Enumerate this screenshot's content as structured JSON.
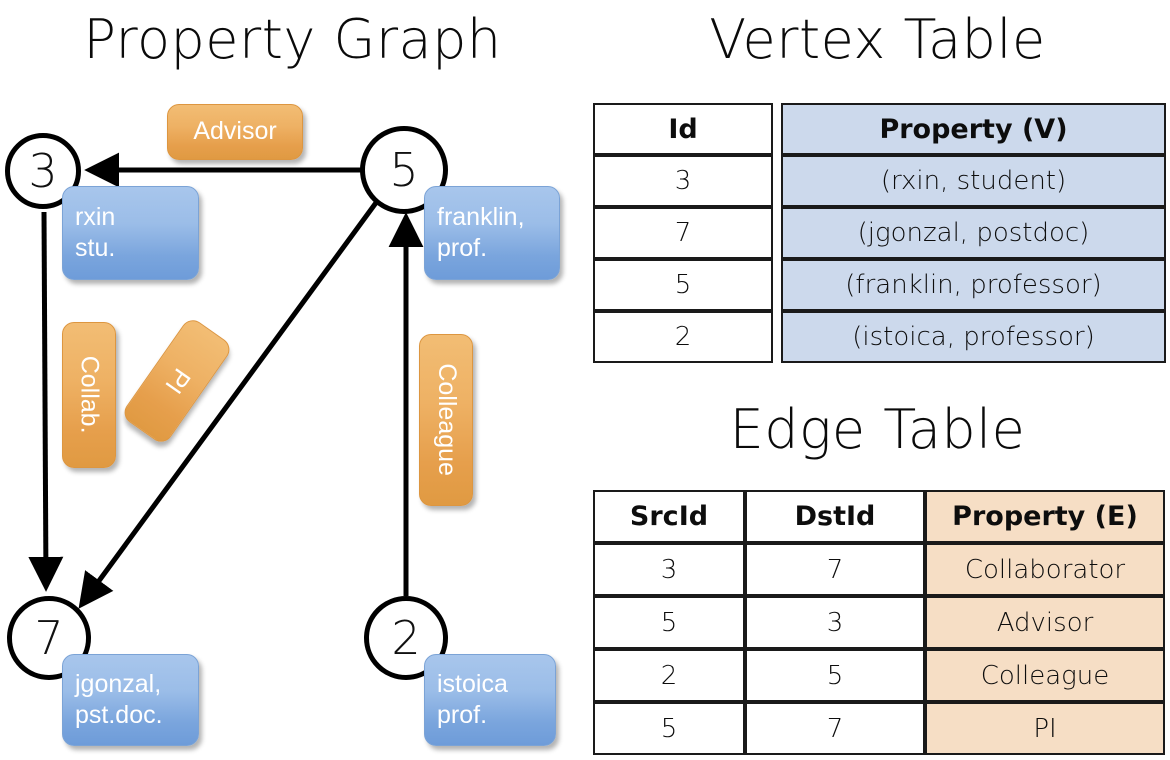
{
  "titles": {
    "property_graph": "Property Graph",
    "vertex_table": "Vertex Table",
    "edge_table": "Edge Table"
  },
  "graph": {
    "nodes": [
      {
        "id": "3",
        "property_label_line1": "rxin",
        "property_label_line2": "stu."
      },
      {
        "id": "5",
        "property_label_line1": "franklin,",
        "property_label_line2": "prof."
      },
      {
        "id": "7",
        "property_label_line1": "jgonzal,",
        "property_label_line2": "pst.doc."
      },
      {
        "id": "2",
        "property_label_line1": "istoica",
        "property_label_line2": "prof."
      }
    ],
    "edge_labels": [
      {
        "name": "advisor",
        "text": "Advisor",
        "orientation": "horizontal"
      },
      {
        "name": "collab",
        "text": "Collab.",
        "orientation": "vertical"
      },
      {
        "name": "pi",
        "text": "PI",
        "orientation": "diagonal"
      },
      {
        "name": "colleague",
        "text": "Colleague",
        "orientation": "vertical"
      }
    ]
  },
  "vertex_table": {
    "headers": [
      "Id",
      "Property (V)"
    ],
    "rows": [
      {
        "id": "3",
        "property": "(rxin, student)"
      },
      {
        "id": "7",
        "property": "(jgonzal, postdoc)"
      },
      {
        "id": "5",
        "property": "(franklin, professor)"
      },
      {
        "id": "2",
        "property": "(istoica, professor)"
      }
    ]
  },
  "edge_table": {
    "headers": [
      "SrcId",
      "DstId",
      "Property (E)"
    ],
    "rows": [
      {
        "src": "3",
        "dst": "7",
        "property": "Collaborator"
      },
      {
        "src": "5",
        "dst": "3",
        "property": "Advisor"
      },
      {
        "src": "2",
        "dst": "5",
        "property": "Colleague"
      },
      {
        "src": "5",
        "dst": "7",
        "property": "PI"
      }
    ]
  },
  "colors": {
    "vertex_fill": "#ccd9ec",
    "edge_fill": "#f6dec5",
    "node_box_blue": "#7aa5dd",
    "edge_tag_orange": "#e69f4c",
    "stroke": "#000000"
  }
}
